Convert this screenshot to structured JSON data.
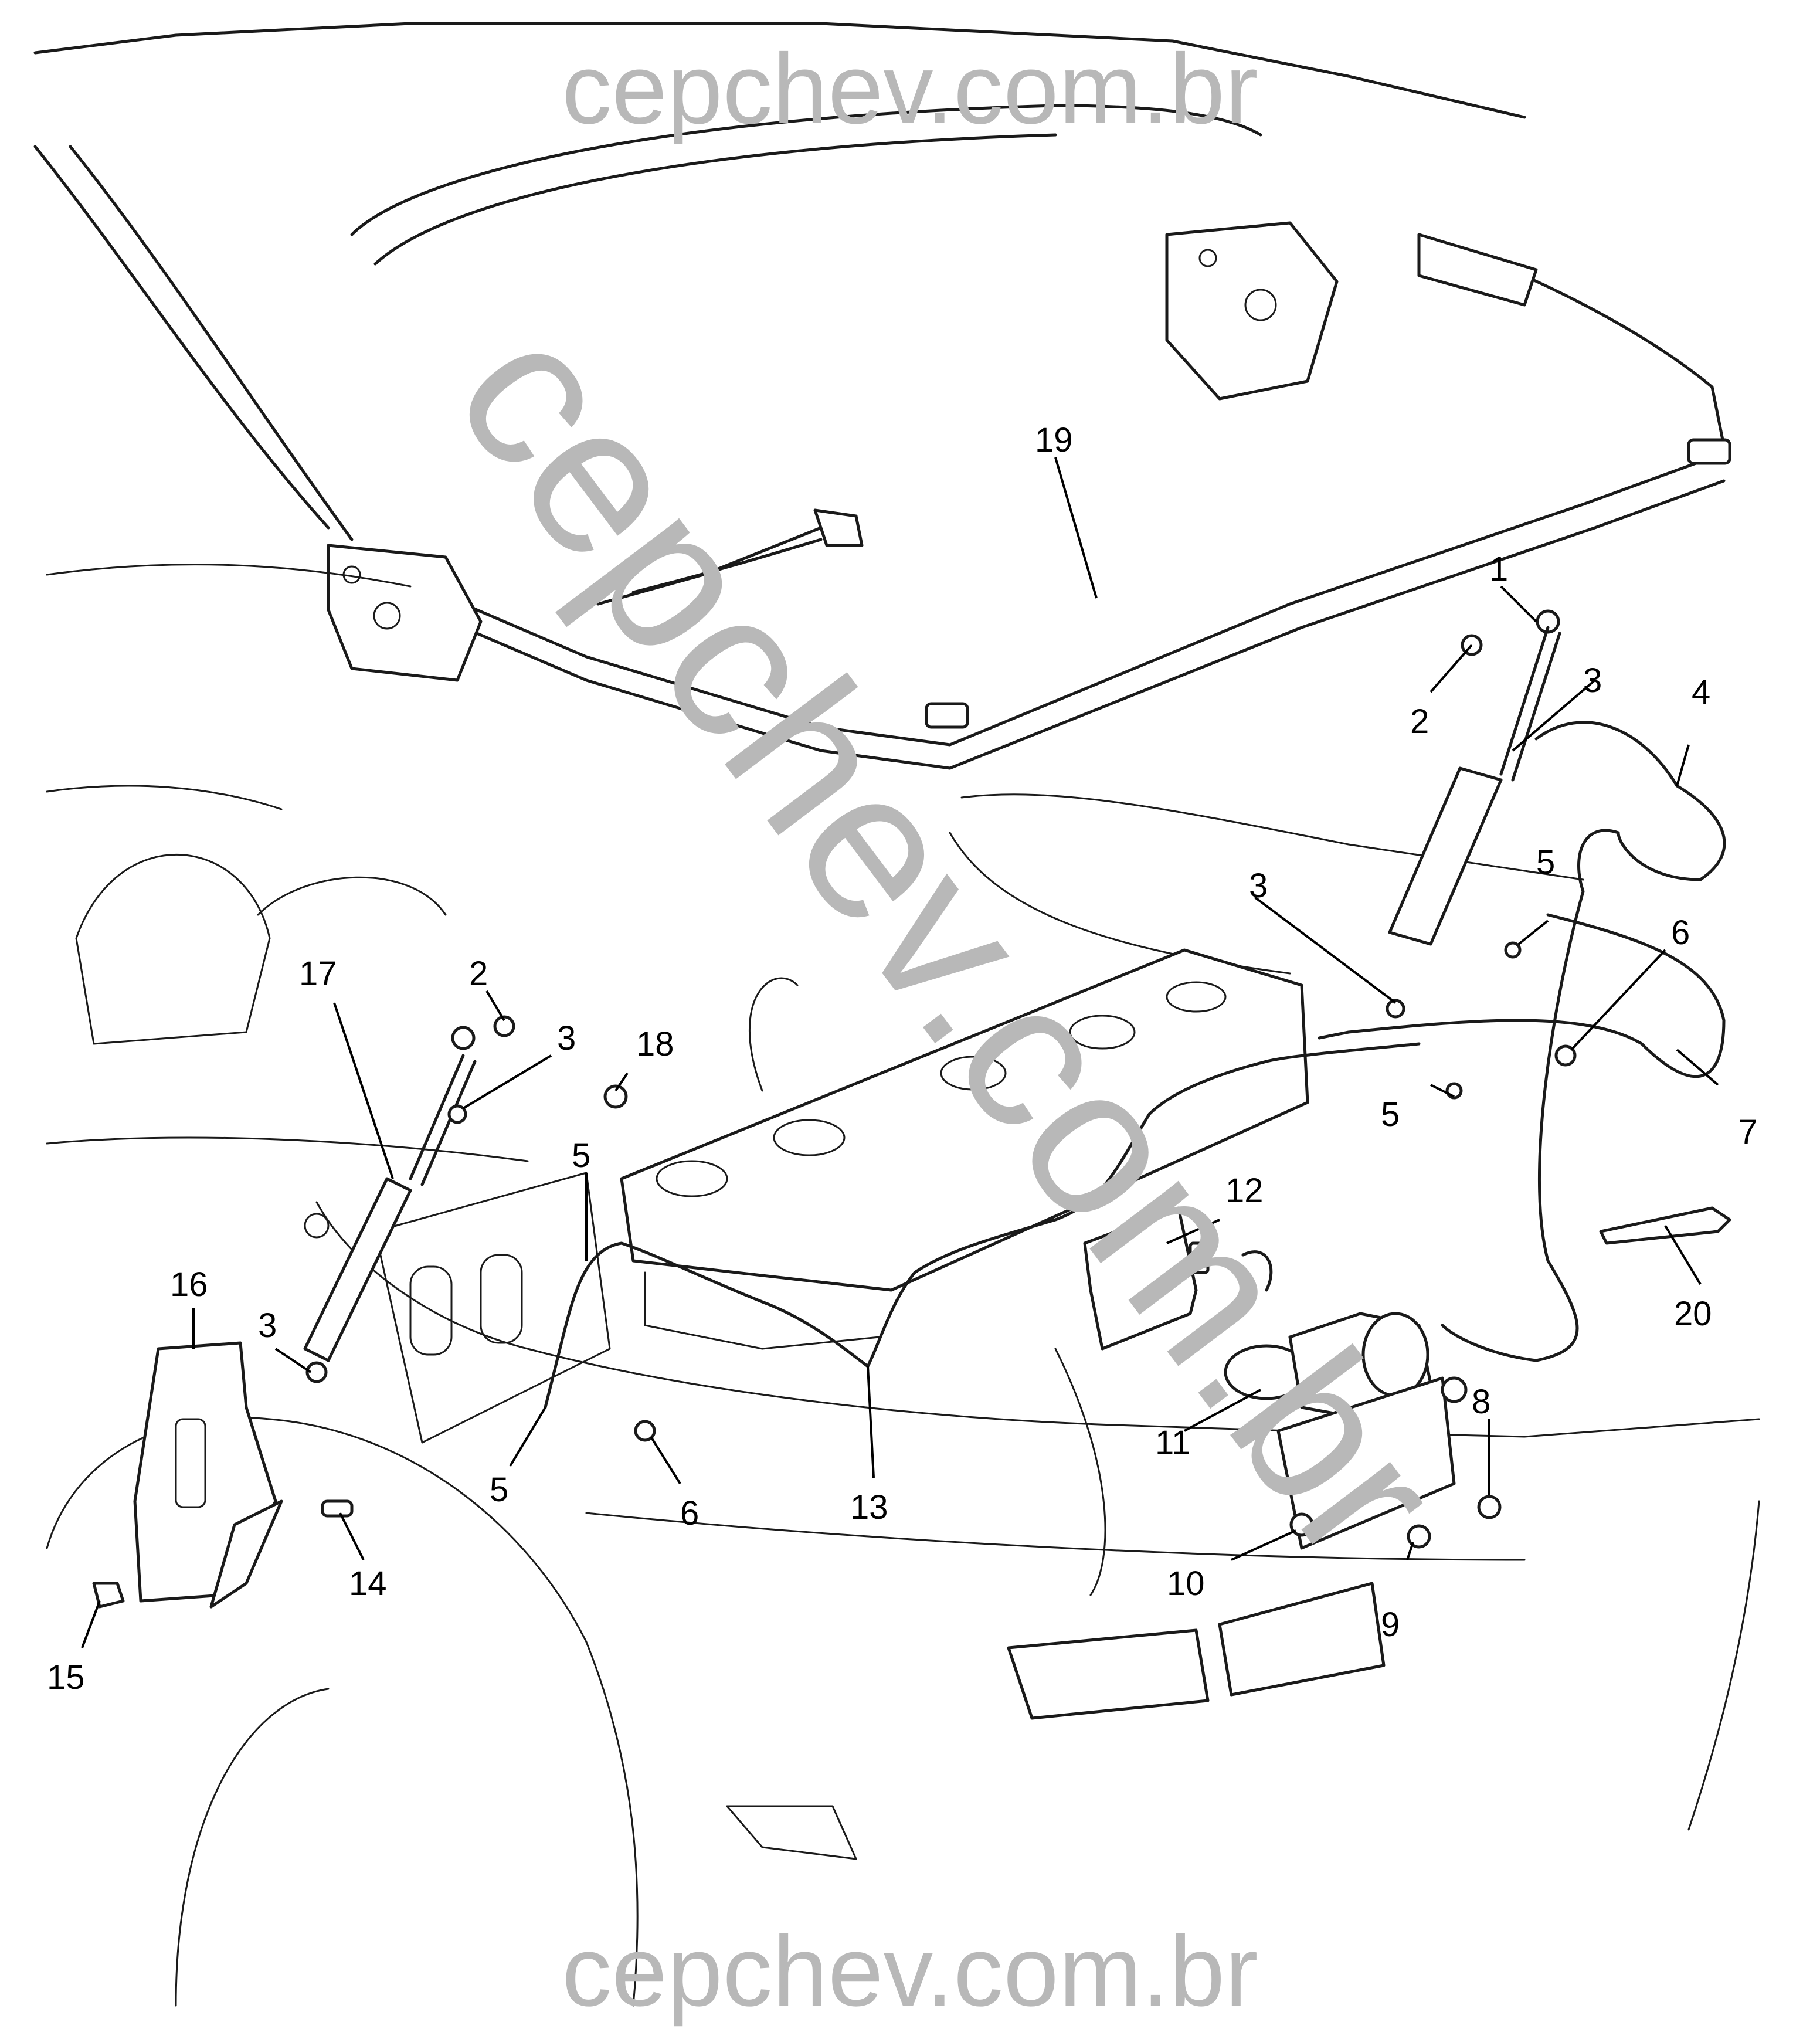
{
  "watermark": {
    "top": "cepchev.com.br",
    "bottom": "cepchev.com.br",
    "diagonal": "cepchev.com.br",
    "color": "#b8b8b8"
  },
  "callouts": [
    "1",
    "2",
    "3",
    "4",
    "5",
    "6",
    "7",
    "8",
    "9",
    "10",
    "11",
    "12",
    "13",
    "14",
    "15",
    "16",
    "17",
    "18",
    "19",
    "20",
    "2",
    "3",
    "3",
    "3",
    "5",
    "5",
    "5",
    "5",
    "6"
  ]
}
